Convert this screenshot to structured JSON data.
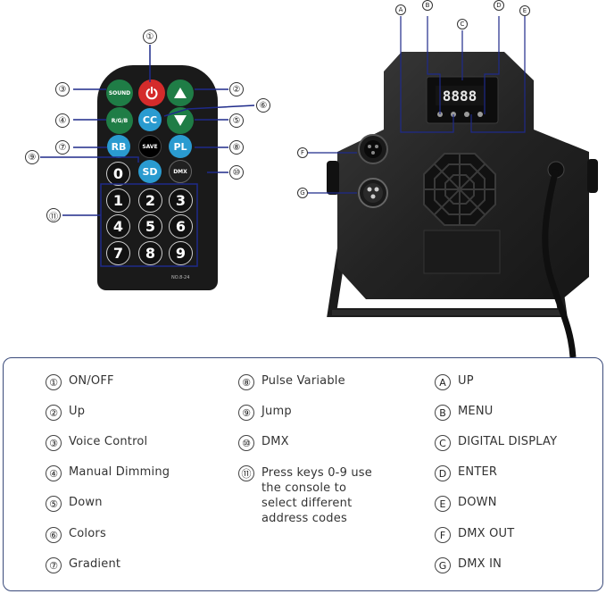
{
  "remote": {
    "buttons": {
      "sound": "SOUND",
      "rgb": "R/G/B",
      "rb": "RB",
      "cc": "CC",
      "save": "SAVE",
      "pl": "PL",
      "sd": "SD",
      "dmx": "DMX"
    },
    "digits": [
      "0",
      "1",
      "2",
      "3",
      "4",
      "5",
      "6",
      "7",
      "8",
      "9"
    ],
    "model": "NO.8-24"
  },
  "callouts": {
    "numbers": [
      "①",
      "②",
      "③",
      "④",
      "⑤",
      "⑥",
      "⑦",
      "⑧",
      "⑨",
      "⑩",
      "⑪"
    ],
    "letters": [
      "A",
      "B",
      "C",
      "D",
      "E",
      "F",
      "G"
    ]
  },
  "device": {
    "display": "8888"
  },
  "legend": {
    "col1": [
      {
        "mark": "①",
        "label": "ON/OFF"
      },
      {
        "mark": "②",
        "label": "Up"
      },
      {
        "mark": "③",
        "label": "Voice Control"
      },
      {
        "mark": "④",
        "label": "Manual Dimming"
      },
      {
        "mark": "⑤",
        "label": "Down"
      },
      {
        "mark": "⑥",
        "label": "Colors"
      },
      {
        "mark": "⑦",
        "label": "Gradient"
      }
    ],
    "col2": [
      {
        "mark": "⑧",
        "label": "Pulse Variable"
      },
      {
        "mark": "⑨",
        "label": "Jump"
      },
      {
        "mark": "⑩",
        "label": "DMX"
      },
      {
        "mark": "⑪",
        "label": "Press keys 0-9 use the console to select different address codes"
      }
    ],
    "col3": [
      {
        "mark": "A",
        "label": "UP"
      },
      {
        "mark": "B",
        "label": "MENU"
      },
      {
        "mark": "C",
        "label": "DIGITAL DISPLAY"
      },
      {
        "mark": "D",
        "label": "ENTER"
      },
      {
        "mark": "E",
        "label": "DOWN"
      },
      {
        "mark": "F",
        "label": "DMX OUT"
      },
      {
        "mark": "G",
        "label": "DMX IN"
      }
    ]
  },
  "colors": {
    "green": "#1f7d46",
    "blue": "#2a9bd0",
    "red": "#d42b2b",
    "border": "#3a4a7a"
  }
}
